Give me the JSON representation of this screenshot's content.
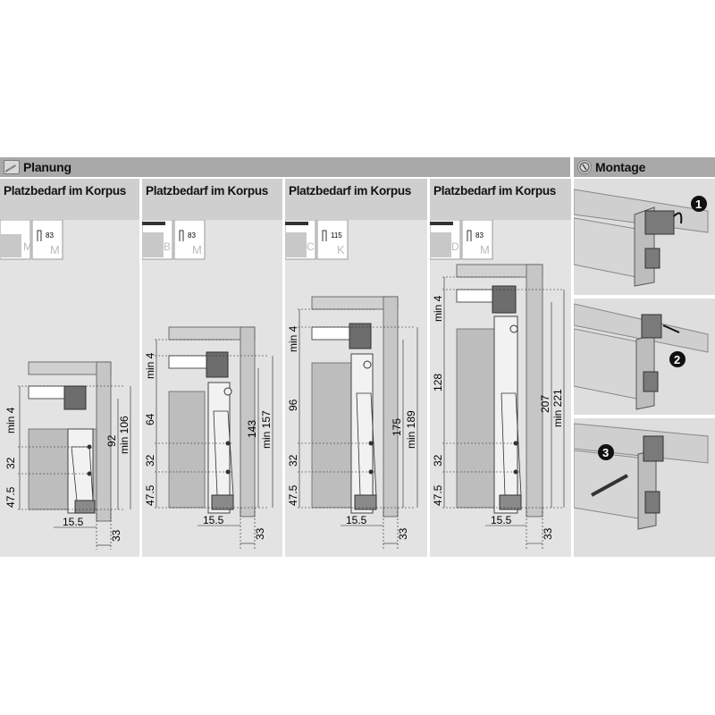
{
  "header": {
    "planung_title": "Planung",
    "montage_title": "Montage"
  },
  "panels": [
    {
      "title": "Platzbedarf im Korpus",
      "type_letter": "M",
      "height_letter": "M",
      "height_value": "83",
      "dims": {
        "min_top": "min 4",
        "mid": "32",
        "bottom": "47.5",
        "overall": "92",
        "overall_min": "min 106",
        "setback": "15.5",
        "depth": "33"
      }
    },
    {
      "title": "Platzbedarf im Korpus",
      "type_letter": "B",
      "height_letter": "M",
      "height_value": "83",
      "dims": {
        "min_top": "min 4",
        "upper": "64",
        "mid": "32",
        "bottom": "47.5",
        "overall": "143",
        "overall_min": "min 157",
        "setback": "15.5",
        "depth": "33"
      }
    },
    {
      "title": "Platzbedarf im Korpus",
      "type_letter": "C",
      "height_letter": "K",
      "height_value": "115",
      "dims": {
        "min_top": "min 4",
        "upper": "96",
        "mid": "32",
        "bottom": "47.5",
        "overall": "175",
        "overall_min": "min 189",
        "setback": "15.5",
        "depth": "33"
      }
    },
    {
      "title": "Platzbedarf im Korpus",
      "type_letter": "D",
      "height_letter": "M",
      "height_value": "83",
      "dims": {
        "min_top": "min 4",
        "upper": "128",
        "mid": "32",
        "bottom": "47.5",
        "overall": "207",
        "overall_min": "min 221",
        "setback": "15.5",
        "depth": "33"
      }
    }
  ],
  "montage": {
    "steps": [
      "1",
      "2",
      "3"
    ]
  },
  "colors": {
    "header_bar": "#a9a9a9",
    "panel_bg": "#e3e3e3",
    "subheader_bg": "#cfcfcf",
    "drawer_side": "#bdbdbd",
    "cabinet": "#d0d0d0",
    "bracket": "#6d6d6d"
  }
}
